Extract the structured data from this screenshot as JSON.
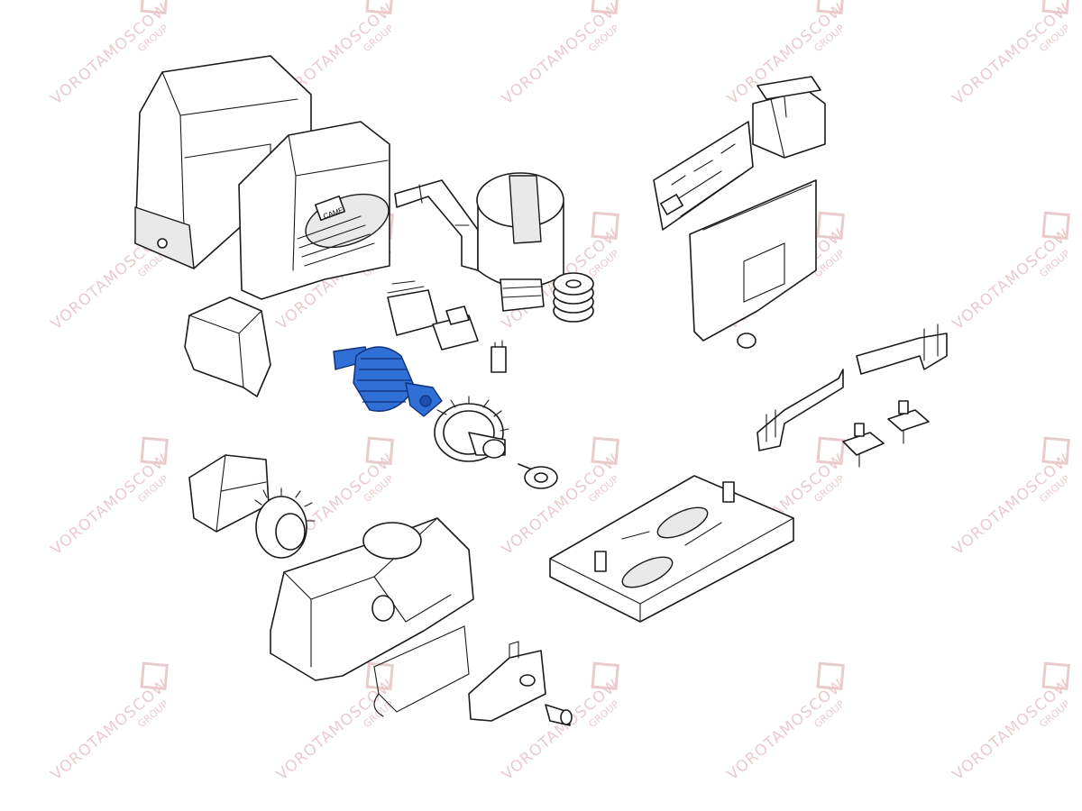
{
  "watermark": {
    "brand": "VOROTAMOSCOW",
    "sub": "GROUP",
    "color": "#d8a0a0"
  },
  "highlight_color": "#2f6fd6",
  "cover_badge": "CAME"
}
